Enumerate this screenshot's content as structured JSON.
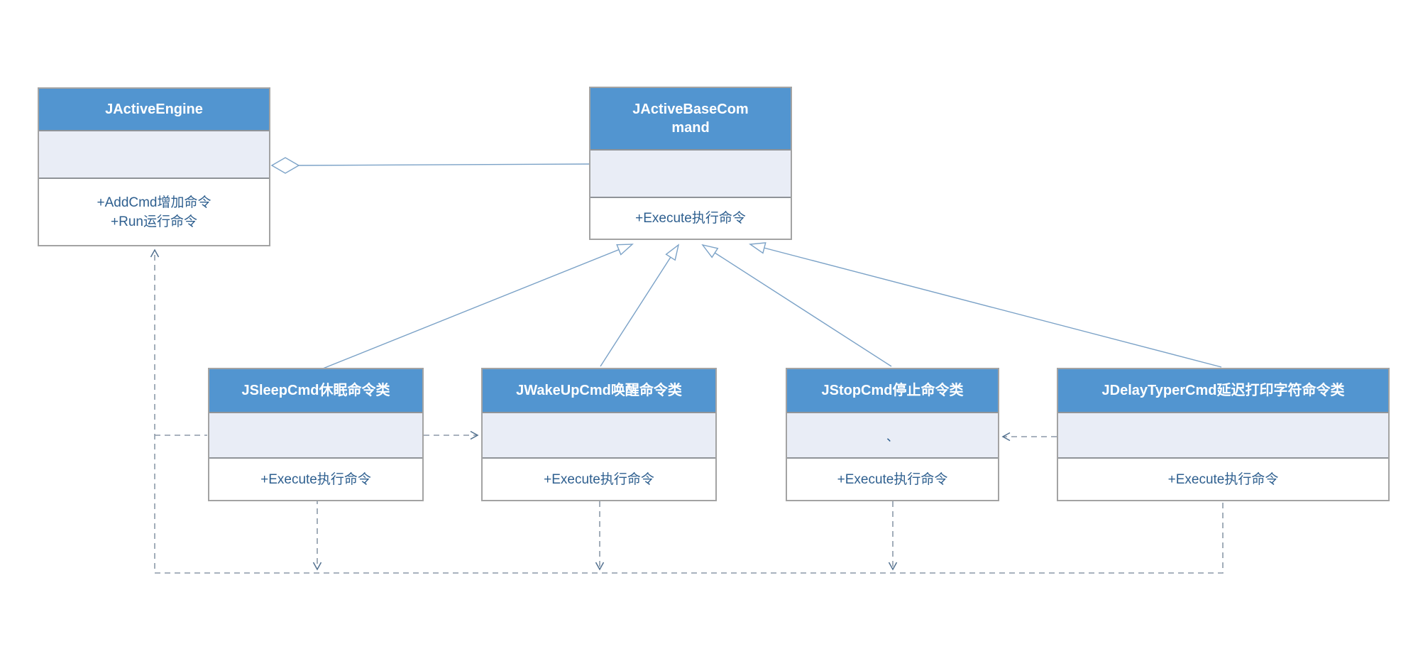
{
  "diagram_type": "uml-class-diagram",
  "colors": {
    "header_blue": "#5295d0",
    "section_fill": "#e9edf6",
    "box_border": "#a3a3a3",
    "solid_line": "#7ba2c7",
    "dashed_line": "#8b99a8",
    "method_text": "#2e5f8f",
    "header_text": "#ffffff"
  },
  "classes": [
    {
      "id": "engine",
      "title": "JActiveEngine",
      "fields": "",
      "methods": [
        "+AddCmd增加命令",
        "+Run运行命令"
      ]
    },
    {
      "id": "base",
      "title": "JActiveBaseCommand",
      "fields": "",
      "methods": [
        "+Execute执行命令"
      ]
    },
    {
      "id": "sleep",
      "title": "JSleepCmd休眠命令类",
      "fields": "",
      "methods": [
        "+Execute执行命令"
      ]
    },
    {
      "id": "wake",
      "title": "JWakeUpCmd唤醒命令类",
      "fields": "",
      "methods": [
        "+Execute执行命令"
      ]
    },
    {
      "id": "stop",
      "title": "JStopCmd停止命令类",
      "fields": "、",
      "methods": [
        "+Execute执行命令"
      ]
    },
    {
      "id": "delay",
      "title": "JDelayTyperCmd延迟打印字符命令类",
      "fields": "",
      "methods": [
        "+Execute执行命令"
      ]
    }
  ],
  "relations": [
    {
      "type": "aggregation",
      "from": "JActiveBaseCommand",
      "to": "JActiveEngine"
    },
    {
      "type": "inheritance",
      "from": "JSleepCmd休眠命令类",
      "to": "JActiveBaseCommand"
    },
    {
      "type": "inheritance",
      "from": "JWakeUpCmd唤醒命令类",
      "to": "JActiveBaseCommand"
    },
    {
      "type": "inheritance",
      "from": "JStopCmd停止命令类",
      "to": "JActiveBaseCommand"
    },
    {
      "type": "inheritance",
      "from": "JDelayTyperCmd延迟打印字符命令类",
      "to": "JActiveBaseCommand"
    },
    {
      "type": "dependency-dashed",
      "from": "JSleepCmd休眠命令类",
      "to": "JWakeUpCmd唤醒命令类"
    },
    {
      "type": "dependency-dashed",
      "from": "JDelayTyperCmd延迟打印字符命令类",
      "to": "JStopCmd停止命令类"
    },
    {
      "type": "dependency-dashed",
      "from": "command-classes-bottom-loop",
      "to": "JActiveEngine"
    }
  ]
}
